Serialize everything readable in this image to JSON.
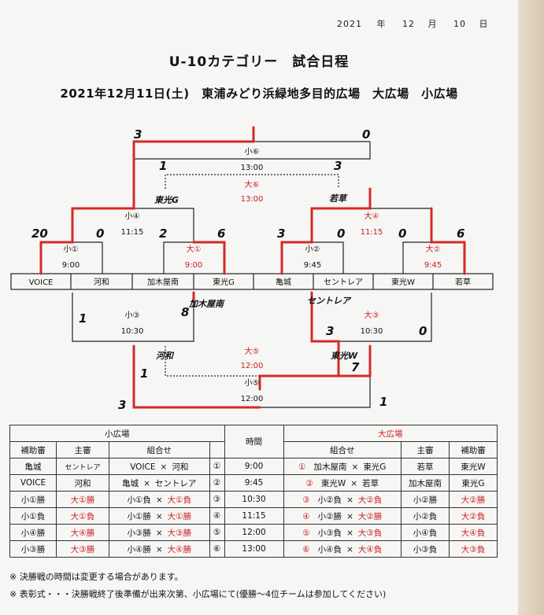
{
  "header": {
    "year": "2021",
    "year_unit": "年",
    "month": "12",
    "month_unit": "月",
    "day": "10",
    "day_unit": "日"
  },
  "title": "U-10カテゴリー　試合日程",
  "subtitle": "2021年12月11日(土)　東浦みどり浜緑地多目的広場　大広場　小広場",
  "teams": [
    "VOICE",
    "河和",
    "加木屋南",
    "東光G",
    "亀城",
    "セントレア",
    "東光W",
    "若草"
  ],
  "matches": {
    "s1": {
      "label": "小①",
      "time": "9:00",
      "score_left": "20",
      "score_right": "0"
    },
    "l1": {
      "label": "大①",
      "time": "9:00",
      "score_left": "2",
      "score_right": "6"
    },
    "s2": {
      "label": "小②",
      "time": "9:45",
      "score_left": "3",
      "score_right": "0"
    },
    "l2": {
      "label": "大②",
      "time": "9:45",
      "score_left": "0",
      "score_right": "6"
    },
    "s4": {
      "label": "小④",
      "time": "11:15",
      "left_team": "東光G",
      "right_team": "",
      "score_left": "",
      "score_right": ""
    },
    "l4": {
      "label": "大④",
      "time": "11:15",
      "left_team": "",
      "right_team": "若草",
      "score_left": "",
      "score_right": ""
    },
    "s6": {
      "label": "小⑥",
      "time": "13:00",
      "score_left": "3",
      "score_right": "0",
      "inner_left": "1",
      "inner_right": "3"
    },
    "l6": {
      "label": "大⑥",
      "time": "13:00"
    },
    "s3": {
      "label": "小③",
      "time": "10:30",
      "score_left": "1",
      "score_right": "8",
      "team_right": "加木屋南"
    },
    "l3": {
      "label": "大③",
      "time": "10:30",
      "score_left": "3",
      "score_right": "0",
      "team_left": "セントレア"
    },
    "l5": {
      "label": "大⑤",
      "time": "12:00",
      "team_left": "河和",
      "team_right": "東光W",
      "score_left": "1",
      "score_right": "7"
    },
    "s5": {
      "label": "小⑤",
      "time": "12:00",
      "score_left": "3",
      "score_right": "1"
    }
  },
  "table": {
    "small_field": "小広場",
    "large_field": "大広場",
    "time_header": "時間",
    "col_assistant": "補助審",
    "col_referee": "主審",
    "col_pairing": "組合せ",
    "rows": [
      {
        "s_assist": "亀城",
        "s_ref": "セントレア",
        "s_a": "VOICE",
        "s_x": "×",
        "s_b": "河和",
        "s_num": "①",
        "time": "9:00",
        "l_num": "①",
        "l_a": "加木屋南",
        "l_x": "×",
        "l_b": "東光G",
        "l_ref": "若草",
        "l_assist": "東光W"
      },
      {
        "s_assist": "VOICE",
        "s_ref": "河和",
        "s_a": "亀城",
        "s_x": "×",
        "s_b": "セントレア",
        "s_num": "②",
        "time": "9:45",
        "l_num": "②",
        "l_a": "東光W",
        "l_x": "×",
        "l_b": "若草",
        "l_ref": "加木屋南",
        "l_assist": "東光G"
      },
      {
        "s_assist": "小①勝",
        "s_ref": "大①勝",
        "s_a": "小①負",
        "s_x": "×",
        "s_b": "大①負",
        "s_num": "③",
        "time": "10:30",
        "l_num": "③",
        "l_a": "小②負",
        "l_x": "×",
        "l_b": "大②負",
        "l_ref": "小②勝",
        "l_assist": "大②勝"
      },
      {
        "s_assist": "小①負",
        "s_ref": "大①負",
        "s_a": "小①勝",
        "s_x": "×",
        "s_b": "大①勝",
        "s_num": "④",
        "time": "11:15",
        "l_num": "④",
        "l_a": "小②勝",
        "l_x": "×",
        "l_b": "大②勝",
        "l_ref": "小②負",
        "l_assist": "大②負"
      },
      {
        "s_assist": "小④勝",
        "s_ref": "大④勝",
        "s_a": "小③勝",
        "s_x": "×",
        "s_b": "大③勝",
        "s_num": "⑤",
        "time": "12:00",
        "l_num": "⑤",
        "l_a": "小③負",
        "l_x": "×",
        "l_b": "大③負",
        "l_ref": "小④負",
        "l_assist": "大④負"
      },
      {
        "s_assist": "小③勝",
        "s_ref": "大③勝",
        "s_a": "小④勝",
        "s_x": "×",
        "s_b": "大④勝",
        "s_num": "⑥",
        "time": "13:00",
        "l_num": "⑥",
        "l_a": "小④負",
        "l_x": "×",
        "l_b": "大④負",
        "l_ref": "小③負",
        "l_assist": "大③負"
      }
    ]
  },
  "notes": [
    "※ 決勝戦の時間は変更する場合があります。",
    "※ 表彰式・・・決勝戦終了後準備が出来次第、小広場にて(優勝～4位チームは参加してください)"
  ],
  "colors": {
    "ink": "#111111",
    "red": "#c8201f",
    "marker": "#d42a2a"
  }
}
